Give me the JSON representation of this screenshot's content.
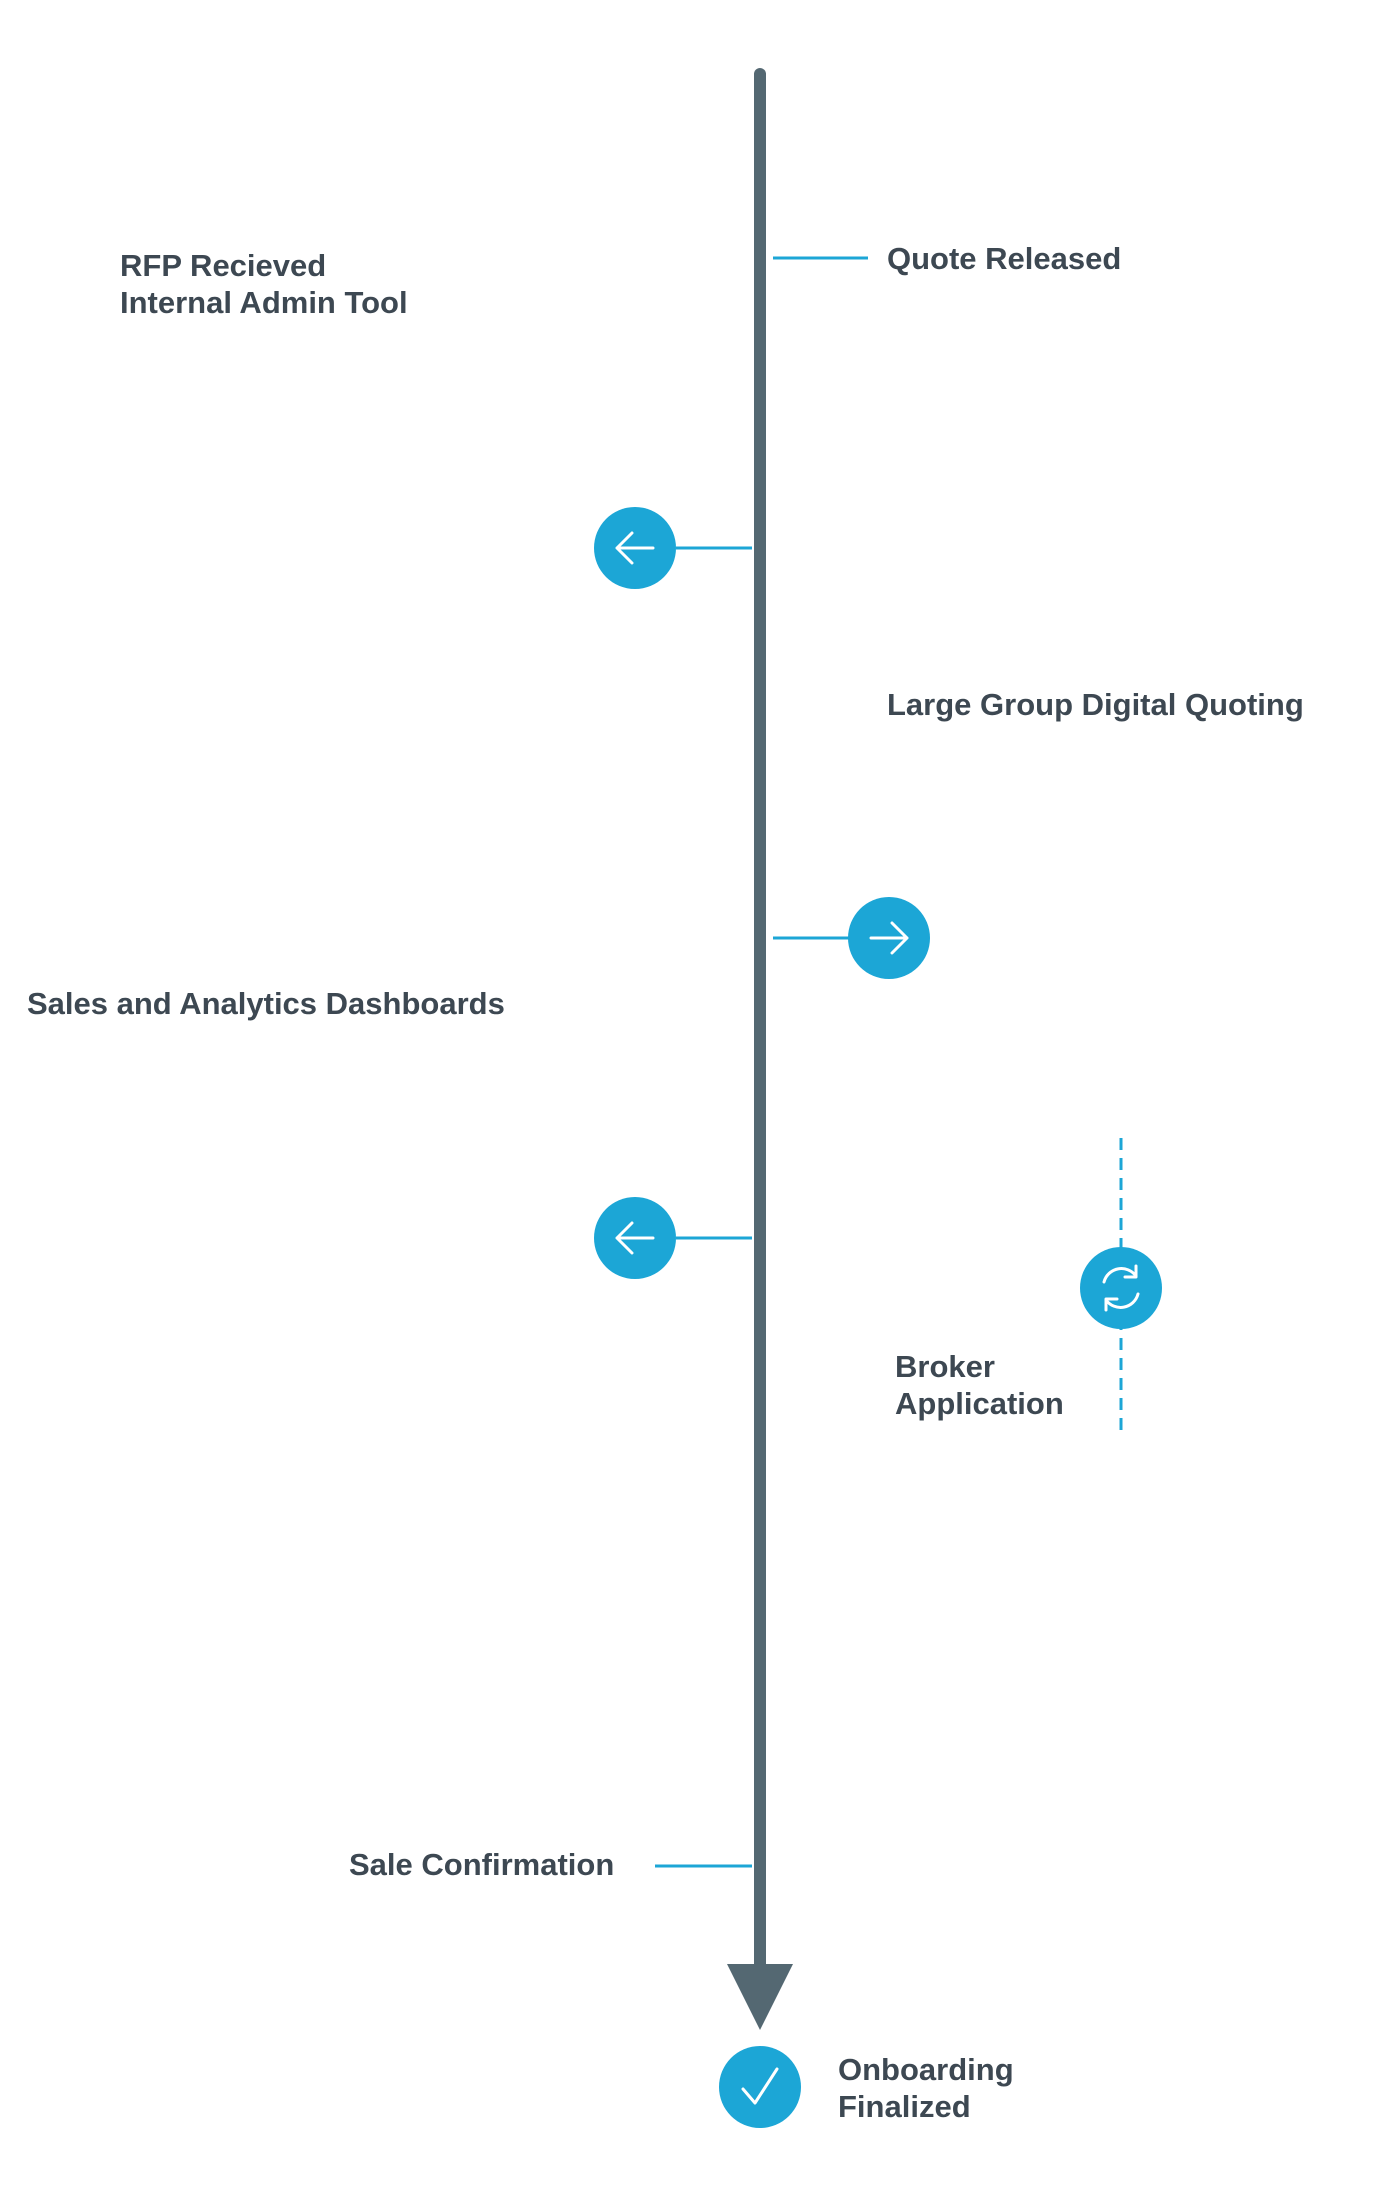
{
  "colors": {
    "timeline": "#546872",
    "accent": "#1ca6d6",
    "text": "#3d4852",
    "icon_stroke": "#ffffff"
  },
  "labels": {
    "quote_released": "Quote Released",
    "rfp_received": "RFP Recieved",
    "internal_admin_tool": "Internal Admin Tool",
    "large_group_quoting": "Large Group Digital Quoting",
    "sales_dashboards": "Sales and Analytics Dashboards",
    "broker_line1": "Broker",
    "broker_line2": "Application",
    "sale_confirmation": "Sale Confirmation",
    "onboarding_line1": "Onboarding",
    "onboarding_line2": "Finalized"
  },
  "icons": {
    "left_arrow_1": "arrow-left-icon",
    "right_arrow": "arrow-right-icon",
    "left_arrow_2": "arrow-left-icon",
    "sync": "sync-icon",
    "check": "checkmark-icon"
  }
}
